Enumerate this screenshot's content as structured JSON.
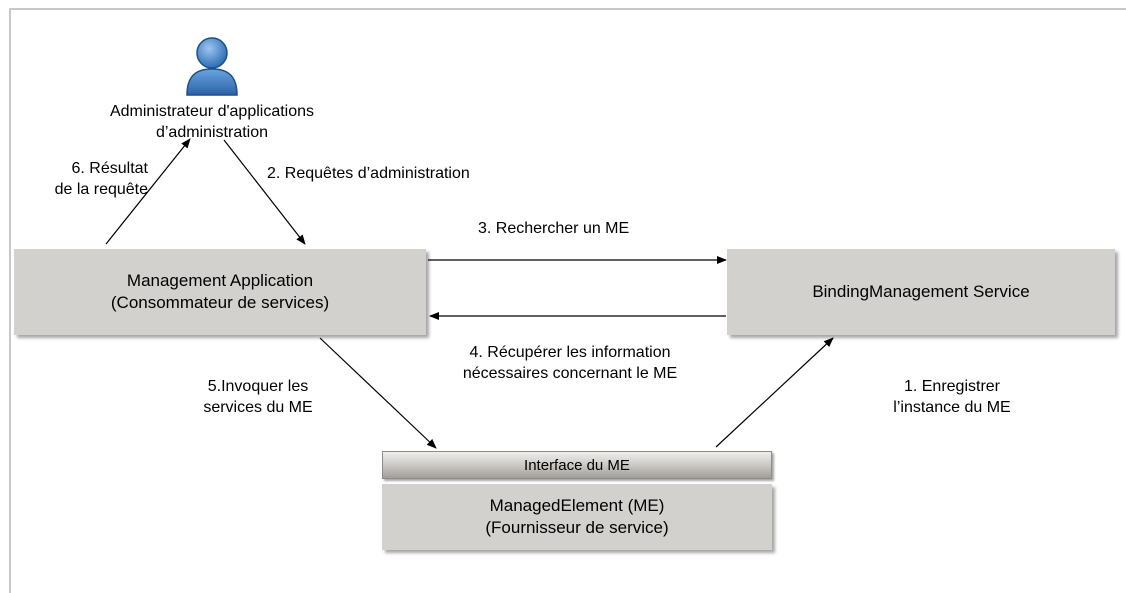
{
  "actor": {
    "icon": "user-icon",
    "title_line1": "Administrateur d'applications",
    "title_line2": "d’administration"
  },
  "boxes": {
    "management_app": {
      "line1": "Management Application",
      "line2": "(Consommateur de services)"
    },
    "binding_service": {
      "line1": "BindingManagement Service"
    },
    "interface": {
      "line1": "Interface du ME"
    },
    "managed_element": {
      "line1": "ManagedElement (ME)",
      "line2": "(Fournisseur de service)"
    }
  },
  "steps": {
    "step1": {
      "line1": "1. Enregistrer",
      "line2": "l’instance du ME"
    },
    "step2": {
      "line1": "2. Requêtes d’administration"
    },
    "step3": {
      "line1": "3. Rechercher un ME"
    },
    "step4": {
      "line1": "4. Récupérer les information",
      "line2": "nécessaires concernant le ME"
    },
    "step5": {
      "line1": "5.Invoquer les",
      "line2": "services du ME"
    },
    "step6": {
      "line1": "6. Résultat",
      "line2": "de la requête"
    }
  },
  "colors": {
    "box_fill": "#d3d1ce",
    "actor_blue": "#3f7fc6",
    "frame": "#c8c8c8"
  }
}
